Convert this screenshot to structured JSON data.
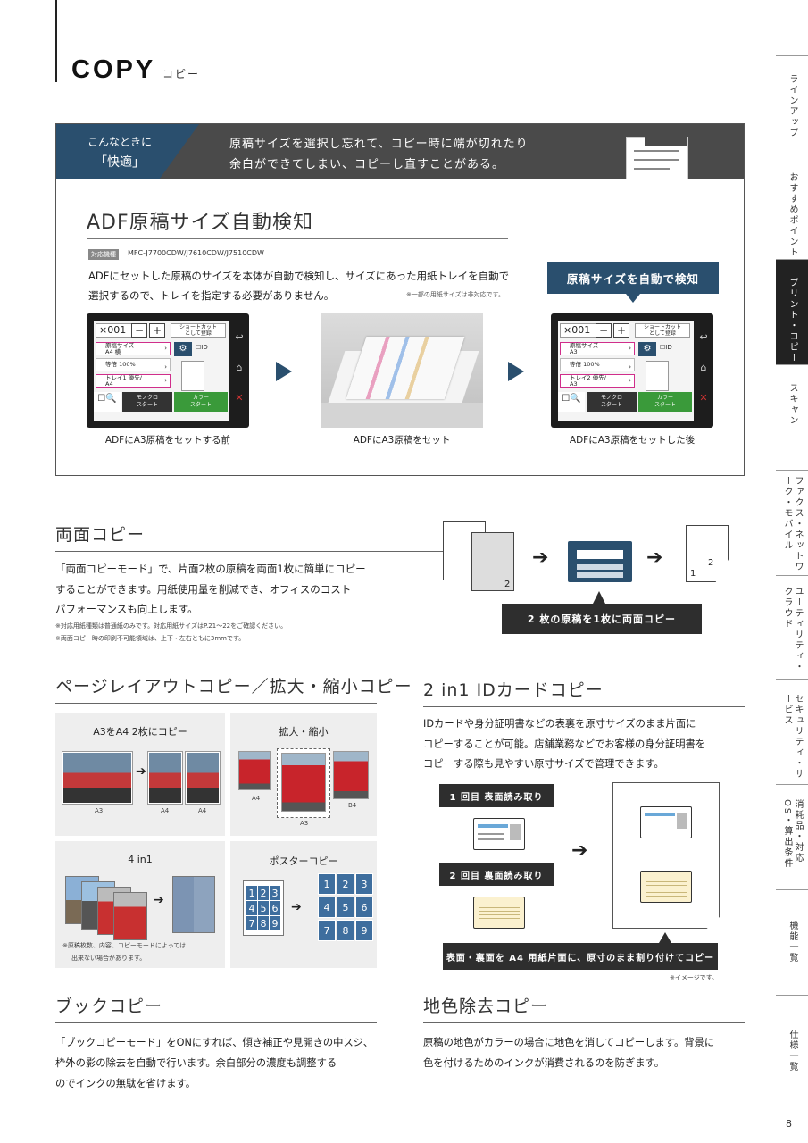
{
  "header": {
    "title": "COPY",
    "subtitle": "コピー"
  },
  "sidebar": {
    "tabs": [
      {
        "label": "ラインアップ"
      },
      {
        "label": "おすすめポイント"
      },
      {
        "label": "プリント・コピー"
      },
      {
        "label": "スキャン"
      },
      {
        "label": "ファクス・ネットワーク・モバイル"
      },
      {
        "label": "ユーティリティ・クラウド"
      },
      {
        "label": "セキュリティ・サービス"
      },
      {
        "label": "消耗品・対応OS・算出条件"
      },
      {
        "label": "機能一覧"
      },
      {
        "label": "仕様一覧"
      }
    ],
    "page_number": "8"
  },
  "feature": {
    "tag_line1": "こんなときに",
    "tag_line2": "「快適」",
    "problem_line1": "原稿サイズを選択し忘れて、コピー時に端が切れたり",
    "problem_line2": "余白ができてしまい、コピーし直すことがある。",
    "title": "ADF原稿サイズ自動検知",
    "badge": "対応機種",
    "models": "MFC-J7700CDW/J7610CDW/J7510CDW",
    "desc_line1": "ADFにセットした原稿のサイズを本体が自動で検知し、サイズにあった用紙トレイを自動で",
    "desc_line2": "選択するので、トレイを指定する必要がありません。",
    "note": "※一部の用紙サイズは非対応です。",
    "callout": "原稿サイズを自動で検知",
    "lcd_before": {
      "count": "×001",
      "minus": "−",
      "plus": "+",
      "shortcut1": "ショートカット",
      "shortcut2": "として登録",
      "row1a": "原稿サイズ",
      "row1b": "A4 横",
      "row2": "等倍 100%",
      "row3a": "トレイ1 優先/",
      "row3b": "A4",
      "id": "ID",
      "mono1": "モノクロ",
      "mono2": "スタート",
      "color1": "カラー",
      "color2": "スタート"
    },
    "lcd_after": {
      "count": "×001",
      "minus": "−",
      "plus": "+",
      "shortcut1": "ショートカット",
      "shortcut2": "として登録",
      "row1a": "原稿サイズ",
      "row1b": "A3",
      "row2": "等倍 100%",
      "row3a": "トレイ2 優先/",
      "row3b": "A3",
      "id": "ID",
      "mono1": "モノクロ",
      "mono2": "スタート",
      "color1": "カラー",
      "color2": "スタート"
    },
    "captions": [
      "ADFにA3原稿をセットする前",
      "ADFにA3原稿をセット",
      "ADFにA3原稿をセットした後"
    ]
  },
  "duplex": {
    "title": "両面コピー",
    "para_line1": "「両面コピーモード」で、片面2枚の原稿を両面1枚に簡単にコピー",
    "para_line2": "することができます。用紙使用量を削減でき、オフィスのコスト",
    "para_line3": "パフォーマンスも向上します。",
    "note1": "※対応用紙種類は普通紙のみです。対応用紙サイズはP.21〜22をご確認ください。",
    "note2": "※両面コピー時の印刷不可能領域は、上下・左右ともに3mmです。",
    "page1": "1",
    "page2": "2",
    "bar": "2 枚の原稿を1枚に両面コピー"
  },
  "layout": {
    "title": "ページレイアウトコピー／拡大・縮小コピー",
    "box1_title": "A3をA4 2枚にコピー",
    "box1_l1": "A3",
    "box1_l2": "A4",
    "box1_l3": "A4",
    "box2_title": "拡大・縮小",
    "box2_l1": "A4",
    "box2_l2": "A3",
    "box2_l3": "B4",
    "box3_title": "4 in1",
    "box3_note1": "※原稿枚数、内容、コピーモードによっては",
    "box3_note2": "出来ない場合があります。",
    "box4_title": "ポスターコピー",
    "poster_nums": [
      "1",
      "2",
      "3",
      "4",
      "5",
      "6",
      "7",
      "8",
      "9"
    ]
  },
  "idcard": {
    "title": "2 in1 IDカードコピー",
    "para_line1": "IDカードや身分証明書などの表裏を原寸サイズのまま片面に",
    "para_line2": "コピーすることが可能。店舗業務などでお客様の身分証明書を",
    "para_line3": "コピーする際も見やすい原寸サイズで管理できます。",
    "step1": "1 回目  表面読み取り",
    "step2": "2 回目  裏面読み取り",
    "bar": "表面・裏面を A4 用紙片面に、原寸のまま割り付けてコピー",
    "note": "※イメージです。"
  },
  "book": {
    "title": "ブックコピー",
    "para_line1": "「ブックコピーモード」をONにすれば、傾き補正や見開きの中スジ、",
    "para_line2": "枠外の影の除去を自動で行います。余白部分の濃度も調整する",
    "para_line3": "のでインクの無駄を省けます。"
  },
  "bgremove": {
    "title": "地色除去コピー",
    "para_line1": "原稿の地色がカラーの場合に地色を消してコピーします。背景に",
    "para_line2": "色を付けるためのインクが消費されるのを防ぎます。"
  },
  "colors": {
    "navy": "#2a4f6e",
    "dark": "#2e2e2e",
    "highlight": "#d02e8b",
    "gray": "#eeeeee"
  }
}
